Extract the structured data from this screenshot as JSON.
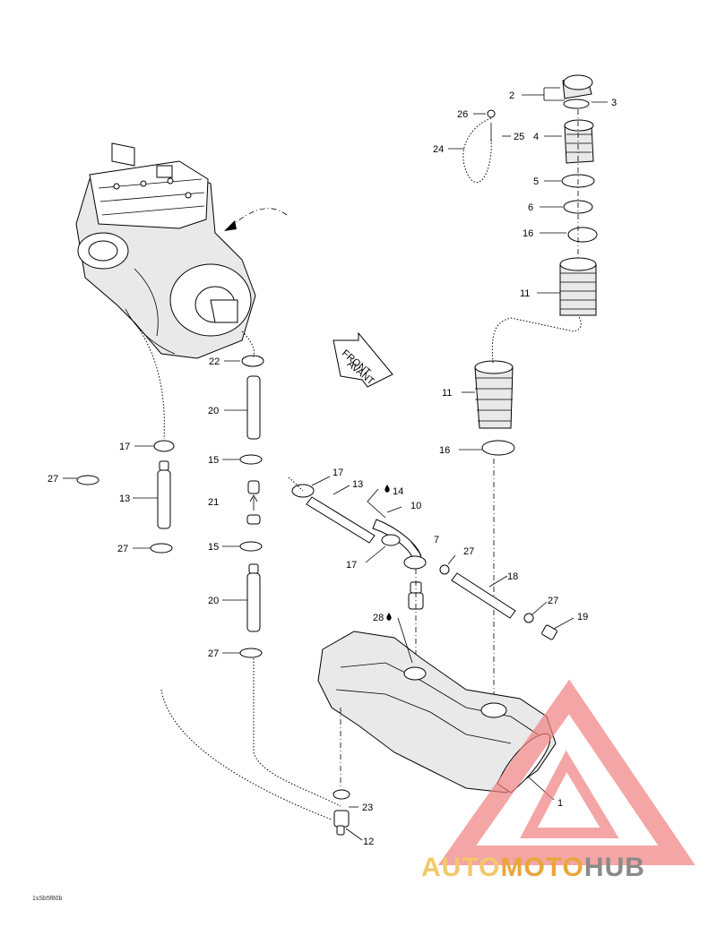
{
  "labels": {
    "l1": "1",
    "l2": "2",
    "l3": "3",
    "l4": "4",
    "l5": "5",
    "l6": "6",
    "l7": "7",
    "l10": "10",
    "l11a": "11",
    "l11b": "11",
    "l12": "12",
    "l13a": "13",
    "l13b": "13",
    "l14": "14",
    "l15a": "15",
    "l15b": "15",
    "l16a": "16",
    "l16b": "16",
    "l17a": "17",
    "l17b": "17",
    "l17c": "17",
    "l18": "18",
    "l19": "19",
    "l20a": "20",
    "l20b": "20",
    "l21": "21",
    "l22": "22",
    "l23": "23",
    "l24": "24",
    "l25": "25",
    "l26": "26",
    "l27a": "27",
    "l27b": "27",
    "l27c": "27",
    "l27d": "27",
    "l27e": "27",
    "l28": "28"
  },
  "front_arrow": {
    "line1": "FRONT",
    "line2": "AVANT"
  },
  "drawing_code": "1sSb5f80b",
  "watermark": {
    "part1": "AUTO",
    "part2": "MOTO",
    "part3": "HUB"
  },
  "colors": {
    "watermark_triangle": "#f08080",
    "watermark_auto": "#f3c86a",
    "watermark_moto": "#e9a63a",
    "watermark_hub": "#8a8a8a"
  }
}
